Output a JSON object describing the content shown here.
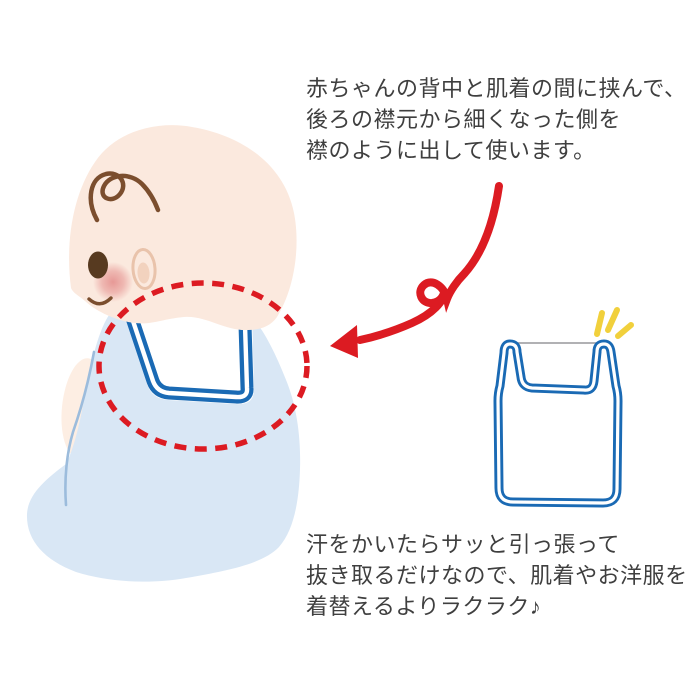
{
  "annotation_top": {
    "lines": [
      "赤ちゃんの背中と肌着の間に挟んで、",
      "後ろの襟元から細くなった側を",
      "襟のように出して使います。"
    ]
  },
  "annotation_bottom": {
    "lines": [
      "汗をかいたらサッと引っ張って",
      "抜き取るだけなので、肌着やお洋服を",
      "着替えるよりラクラク♪"
    ]
  },
  "icons": {
    "highlight": "red-dashed-ellipse-icon",
    "pointer": "curved-arrow-icon",
    "pad": "sweat-pad-icon",
    "emphasis": "sparkle-icon"
  },
  "colors": {
    "text": "#3f3f3f",
    "accent_red": "#dc1b22",
    "line_blue": "#1a6ab4",
    "clothes_blue": "#d9e7f5",
    "crease_blue": "#9cbcdc",
    "skin": "#fbe9de",
    "skin_arm": "#fdeee3",
    "hair_brown": "#7b4e2e",
    "eye_brown": "#573a20",
    "blush_pink": "#e07e7e",
    "ear_line": "#e9c3ab",
    "ear_inner": "#f2d2be",
    "pad_white": "#ffffff",
    "pad_edge_gray": "#a6a6aa",
    "sparkle_yellow": "#f1d03c"
  }
}
